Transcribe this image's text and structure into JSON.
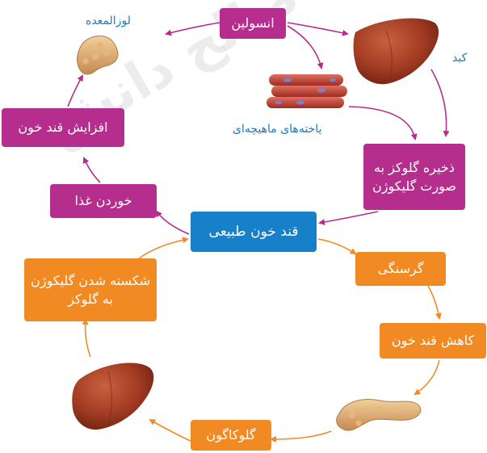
{
  "colors": {
    "purple": "#b52e8e",
    "orange": "#f18a22",
    "blue": "#1780c8",
    "label": "#1a7cc0"
  },
  "nodes": {
    "insulin": "انسولین",
    "glycogen_storage": "ذخیره گلوکز به صورت گلیکوژن",
    "normal_blood_sugar": "قند خون طبیعی",
    "eating_food": "خوردن غذا",
    "blood_sugar_rise": "افزایش قند خون",
    "hunger": "گرسنگی",
    "blood_sugar_drop": "کاهش قند خون",
    "glucagon": "گلوکاگون",
    "glycogen_breakdown": "شکسته شدن گلیکوژن به گلوکز"
  },
  "labels": {
    "pancreas_top": "لوزالمعده",
    "liver_top": "کبد",
    "muscle_cells": "یاخته‌های ماهیچه‌ای"
  },
  "icons": [
    "pancreas-icon",
    "liver-icon",
    "muscle-cells-icon"
  ],
  "watermark": "صالح دانش"
}
